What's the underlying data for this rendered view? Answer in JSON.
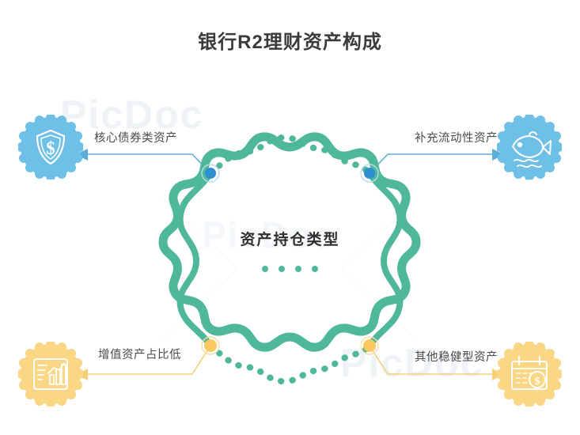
{
  "title": "银行R2理财资产构成",
  "watermark": {
    "text": "PicDoc"
  },
  "center": {
    "label": "资产持仓类型",
    "dot_count": 4,
    "dot_color": "#4fb79a",
    "ring_color": "#4fb79a"
  },
  "colors": {
    "green": "#4fb79a",
    "blue": "#55aedc",
    "yellow": "#fbd684",
    "title": "#3b3b3b",
    "label": "#4a4a4a",
    "background": "#ffffff"
  },
  "nodes": [
    {
      "id": "top-left",
      "label": "核心债券类资产",
      "icon": "shield-dollar-icon",
      "accent": "#55aedc",
      "position": "top-left"
    },
    {
      "id": "top-right",
      "label": "补充流动性资产",
      "icon": "fish-icon",
      "accent": "#55aedc",
      "position": "top-right"
    },
    {
      "id": "bottom-left",
      "label": "增值资产占比低",
      "icon": "report-chart-icon",
      "accent": "#fbd684",
      "position": "bottom-left"
    },
    {
      "id": "bottom-right",
      "label": "其他稳健型资产",
      "icon": "calendar-coin-icon",
      "accent": "#fbd684",
      "position": "bottom-right"
    }
  ]
}
